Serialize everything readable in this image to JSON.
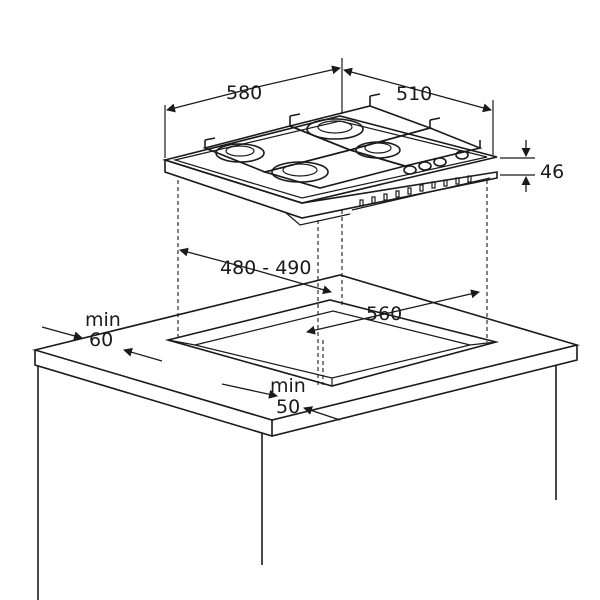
{
  "diagram": {
    "dimensions": {
      "hob_width": "580",
      "hob_depth": "510",
      "hob_height": "46",
      "cutout_width": "480 - 490",
      "cutout_depth": "560",
      "min_side_label": "min",
      "min_side_value": "60",
      "min_front_label": "min",
      "min_front_value": "50"
    },
    "colors": {
      "line": "#1a1a1a",
      "counter_top": "#ffffff",
      "hob_body": "#f2f2f2",
      "cutout_inner": "#e6e6e6"
    }
  }
}
